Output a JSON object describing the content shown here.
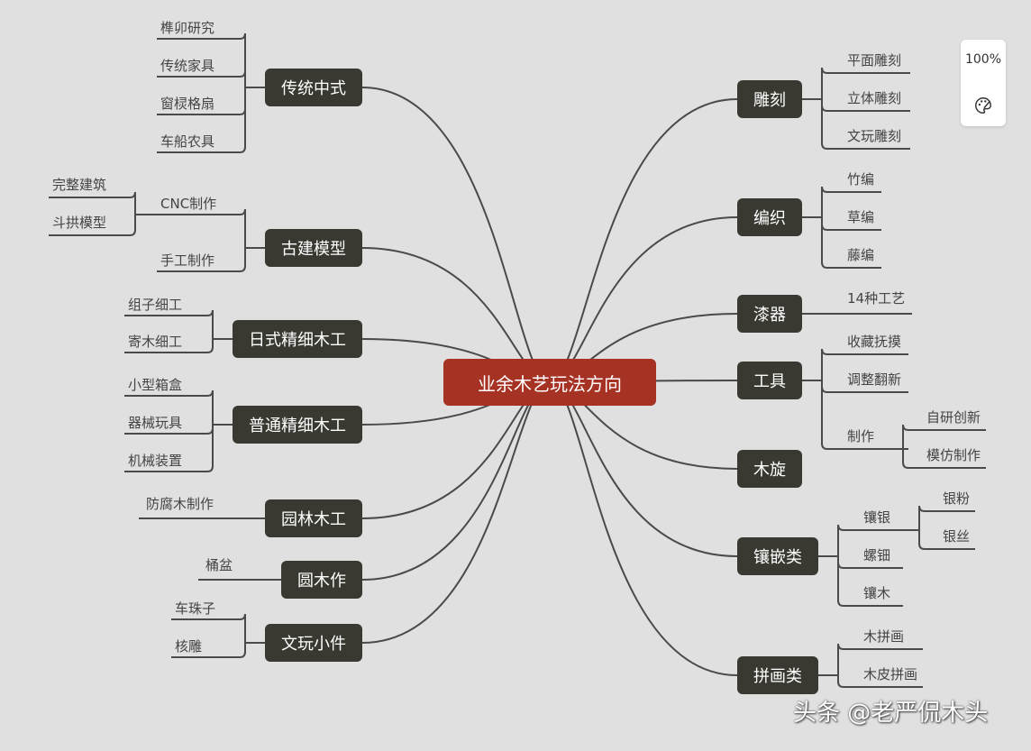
{
  "root": {
    "label": "业余木艺玩法方向"
  },
  "left": [
    {
      "label": "传统中式",
      "children": [
        {
          "label": "榫卯研究"
        },
        {
          "label": "传统家具"
        },
        {
          "label": "窗棂格扇"
        },
        {
          "label": "车船农具"
        }
      ]
    },
    {
      "label": "古建模型",
      "children": [
        {
          "label": "CNC制作",
          "children": [
            {
              "label": "完整建筑"
            },
            {
              "label": "斗拱模型"
            }
          ]
        },
        {
          "label": "手工制作"
        }
      ]
    },
    {
      "label": "日式精细木工",
      "children": [
        {
          "label": "组子细工"
        },
        {
          "label": "寄木细工"
        }
      ]
    },
    {
      "label": "普通精细木工",
      "children": [
        {
          "label": "小型箱盒"
        },
        {
          "label": "器械玩具"
        },
        {
          "label": "机械装置"
        }
      ]
    },
    {
      "label": "园林木工",
      "children": [
        {
          "label": "防腐木制作"
        }
      ]
    },
    {
      "label": "圆木作",
      "children": [
        {
          "label": "桶盆"
        }
      ]
    },
    {
      "label": "文玩小件",
      "children": [
        {
          "label": "车珠子"
        },
        {
          "label": "核雕"
        }
      ]
    }
  ],
  "right": [
    {
      "label": "雕刻",
      "children": [
        {
          "label": "平面雕刻"
        },
        {
          "label": "立体雕刻"
        },
        {
          "label": "文玩雕刻"
        }
      ]
    },
    {
      "label": "编织",
      "children": [
        {
          "label": "竹编"
        },
        {
          "label": "草编"
        },
        {
          "label": "藤编"
        }
      ]
    },
    {
      "label": "漆器",
      "children": [
        {
          "label": "14种工艺"
        }
      ]
    },
    {
      "label": "工具",
      "children": [
        {
          "label": "收藏抚摸"
        },
        {
          "label": "调整翻新"
        },
        {
          "label": "制作",
          "children": [
            {
              "label": "自研创新"
            },
            {
              "label": "模仿制作"
            }
          ]
        }
      ]
    },
    {
      "label": "木旋"
    },
    {
      "label": "镶嵌类",
      "children": [
        {
          "label": "镶银",
          "children": [
            {
              "label": "银粉"
            },
            {
              "label": "银丝"
            }
          ]
        },
        {
          "label": "螺钿"
        },
        {
          "label": "镶木"
        }
      ]
    },
    {
      "label": "拼画类",
      "children": [
        {
          "label": "木拼画"
        },
        {
          "label": "木皮拼画"
        }
      ]
    }
  ],
  "zoom": {
    "level": "100%"
  },
  "icons": {
    "palette": "palette-icon"
  },
  "watermark": "头条 @老严侃木头",
  "colors": {
    "root": "#a63223",
    "branch": "#393932",
    "line": "#4a4a4a",
    "background": "#e0e0e0"
  }
}
